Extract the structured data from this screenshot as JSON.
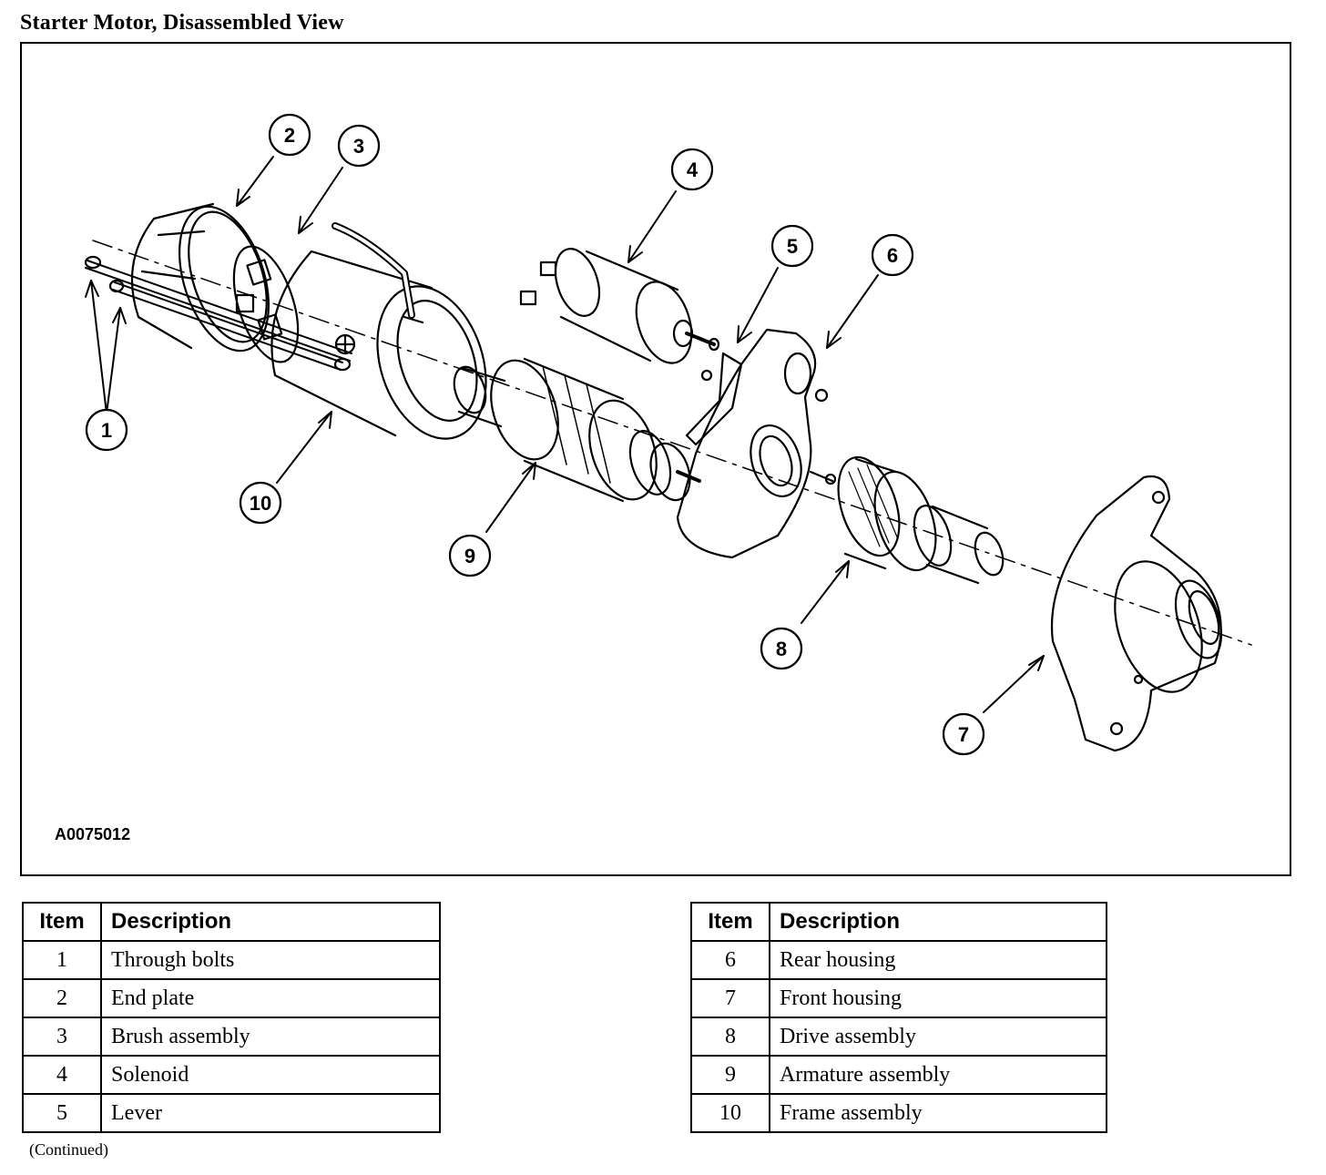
{
  "title": "Starter Motor, Disassembled View",
  "figure_id": "A0075012",
  "callouts": [
    "1",
    "2",
    "3",
    "4",
    "5",
    "6",
    "7",
    "8",
    "9",
    "10"
  ],
  "table_headers": {
    "item": "Item",
    "description": "Description"
  },
  "table_left": [
    {
      "item": "1",
      "description": "Through bolts"
    },
    {
      "item": "2",
      "description": "End plate"
    },
    {
      "item": "3",
      "description": "Brush assembly"
    },
    {
      "item": "4",
      "description": "Solenoid"
    },
    {
      "item": "5",
      "description": "Lever"
    }
  ],
  "table_right": [
    {
      "item": "6",
      "description": "Rear housing"
    },
    {
      "item": "7",
      "description": "Front housing"
    },
    {
      "item": "8",
      "description": "Drive assembly"
    },
    {
      "item": "9",
      "description": "Armature assembly"
    },
    {
      "item": "10",
      "description": "Frame assembly"
    }
  ],
  "footer_note": "(Continued)"
}
